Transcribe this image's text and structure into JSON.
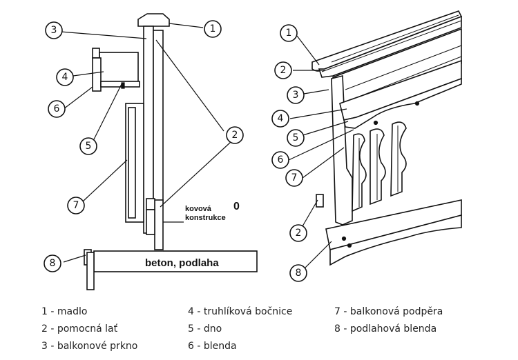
{
  "left_view": {
    "concrete_label": "beton, podlaha",
    "metal_label_line1": "kovová",
    "metal_label_line2": "konstrukce",
    "zero_mark": "0",
    "callouts": [
      "1",
      "2",
      "3",
      "4",
      "5",
      "6",
      "7",
      "8"
    ]
  },
  "right_view": {
    "callouts": [
      "1",
      "2",
      "3",
      "4",
      "5",
      "6",
      "7",
      "2",
      "8"
    ]
  },
  "legend": {
    "columns": [
      [
        "1 - madlo",
        "2 - pomocná lať",
        "3 - balkonové prkno"
      ],
      [
        "4 - truhlíková bočnice",
        "5 - dno",
        "6 - blenda"
      ],
      [
        "7 - balkonová podpěra",
        "8 - podlahová blenda"
      ]
    ]
  }
}
